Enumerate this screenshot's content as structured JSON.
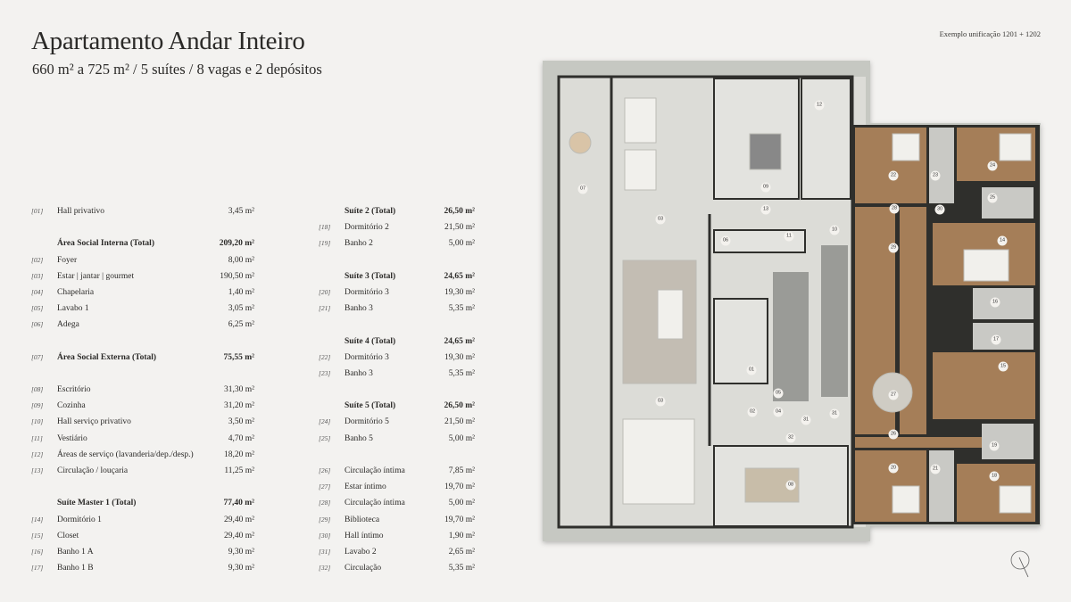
{
  "header": {
    "title": "Apartamento Andar Inteiro",
    "subtitle": "660 m² a 725 m² / 5 suítes / 8 vagas e 2 depósitos",
    "example_note": "Exemplo unificação 1201 + 1202"
  },
  "area_unit": "m²",
  "table_left": [
    {
      "code": "[01]",
      "name": "Hall privativo",
      "area": "3,45 m²"
    },
    {
      "spacer": true
    },
    {
      "code": "",
      "name": "Área Social Interna (Total)",
      "area": "209,20 m²",
      "total": true
    },
    {
      "code": "[02]",
      "name": "Foyer",
      "area": "8,00 m²"
    },
    {
      "code": "[03]",
      "name": "Estar | jantar | gourmet",
      "area": "190,50 m²"
    },
    {
      "code": "[04]",
      "name": "Chapelaria",
      "area": "1,40 m²"
    },
    {
      "code": "[05]",
      "name": "Lavabo 1",
      "area": "3,05 m²"
    },
    {
      "code": "[06]",
      "name": "Adega",
      "area": "6,25 m²"
    },
    {
      "spacer": true
    },
    {
      "code": "[07]",
      "name": "Área Social Externa (Total)",
      "area": "75,55 m²",
      "total": true
    },
    {
      "spacer": true
    },
    {
      "code": "[08]",
      "name": "Escritório",
      "area": "31,30 m²"
    },
    {
      "code": "[09]",
      "name": "Cozinha",
      "area": "31,20 m²"
    },
    {
      "code": "[10]",
      "name": "Hall serviço privativo",
      "area": "3,50 m²"
    },
    {
      "code": "[11]",
      "name": "Vestiário",
      "area": "4,70 m²"
    },
    {
      "code": "[12]",
      "name": "Áreas de serviço (lavanderia/dep./desp.)",
      "area": "18,20 m²"
    },
    {
      "code": "[13]",
      "name": "Circulação / louçaria",
      "area": "11,25 m²"
    },
    {
      "spacer": true
    },
    {
      "code": "",
      "name": "Suíte Master 1 (Total)",
      "area": "77,40 m²",
      "total": true
    },
    {
      "code": "[14]",
      "name": "Dormitório 1",
      "area": "29,40 m²"
    },
    {
      "code": "[15]",
      "name": "Closet",
      "area": "29,40 m²"
    },
    {
      "code": "[16]",
      "name": "Banho 1 A",
      "area": "9,30 m²"
    },
    {
      "code": "[17]",
      "name": "Banho 1 B",
      "area": "9,30 m²"
    }
  ],
  "table_right": [
    {
      "code": "",
      "name": "Suíte 2 (Total)",
      "area": "26,50 m²",
      "total": true
    },
    {
      "code": "[18]",
      "name": "Dormitório 2",
      "area": "21,50 m²"
    },
    {
      "code": "[19]",
      "name": "Banho 2",
      "area": "5,00 m²"
    },
    {
      "spacer": true
    },
    {
      "code": "",
      "name": "Suíte 3 (Total)",
      "area": "24,65 m²",
      "total": true
    },
    {
      "code": "[20]",
      "name": "Dormitório 3",
      "area": "19,30 m²"
    },
    {
      "code": "[21]",
      "name": "Banho 3",
      "area": "5,35 m²"
    },
    {
      "spacer": true
    },
    {
      "code": "",
      "name": "Suíte 4 (Total)",
      "area": "24,65 m²",
      "total": true
    },
    {
      "code": "[22]",
      "name": "Dormitório 3",
      "area": "19,30 m²"
    },
    {
      "code": "[23]",
      "name": "Banho 3",
      "area": "5,35 m²"
    },
    {
      "spacer": true
    },
    {
      "code": "",
      "name": "Suíte 5 (Total)",
      "area": "26,50 m²",
      "total": true
    },
    {
      "code": "[24]",
      "name": "Dormitório 5",
      "area": "21,50 m²"
    },
    {
      "code": "[25]",
      "name": "Banho 5",
      "area": "5,00 m²"
    },
    {
      "spacer": true
    },
    {
      "code": "[26]",
      "name": "Circulação íntima",
      "area": "7,85 m²"
    },
    {
      "code": "[27]",
      "name": "Estar íntimo",
      "area": "19,70 m²"
    },
    {
      "code": "[28]",
      "name": "Circulação íntima",
      "area": "5,00 m²"
    },
    {
      "code": "[29]",
      "name": "Biblioteca",
      "area": "19,70 m²"
    },
    {
      "code": "[30]",
      "name": "Hall íntimo",
      "area": "1,90 m²"
    },
    {
      "code": "[31]",
      "name": "Lavabo 2",
      "area": "2,65 m²"
    },
    {
      "code": "[32]",
      "name": "Circulação",
      "area": "5,35 m²"
    }
  ],
  "floor_plan": {
    "room_labels": [
      "12",
      "22",
      "23",
      "24",
      "25",
      "07",
      "03",
      "13",
      "09",
      "28",
      "30",
      "06",
      "11",
      "10",
      "29",
      "14",
      "16",
      "17",
      "15",
      "01",
      "05",
      "27",
      "03",
      "02",
      "04",
      "31",
      "31",
      "26",
      "32",
      "19",
      "08",
      "20",
      "21",
      "18"
    ],
    "colors": {
      "wood": "#a57e58",
      "floor": "#dcdcd7",
      "wall": "#2f2f2c",
      "frame": "#c6c8c2",
      "core": "#9a9b97"
    }
  }
}
